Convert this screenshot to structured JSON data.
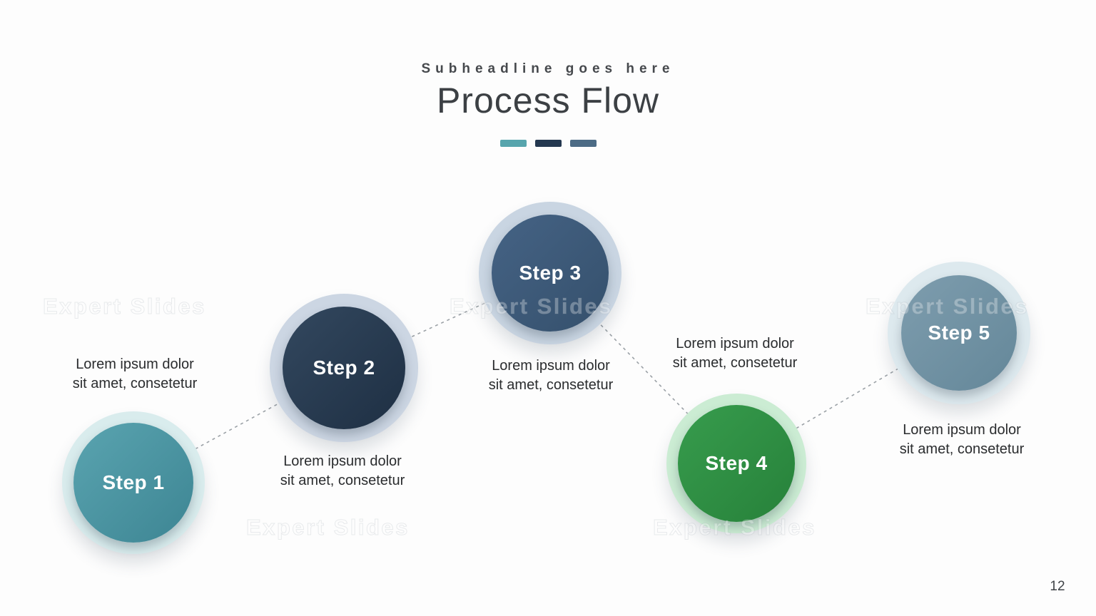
{
  "slide": {
    "subheadline": "Subheadline goes here",
    "title": "Process Flow",
    "page_number": "12",
    "watermark_text": "Expert Slides",
    "accent_dashes": [
      "#57a5ad",
      "#243850",
      "#4c6b85"
    ],
    "connector_color": "#9ba1a6"
  },
  "steps": [
    {
      "label": "Step 1",
      "desc_line1": "Lorem ipsum dolor",
      "desc_line2": "sit amet, consetetur",
      "color_top": "#5aa4b0",
      "color_bottom": "#3d8593",
      "halo_color": "#d9eced"
    },
    {
      "label": "Step 2",
      "desc_line1": "Lorem ipsum dolor",
      "desc_line2": "sit amet, consetetur",
      "color_top": "#33485f",
      "color_bottom": "#1e2f43",
      "halo_color": "#ccd6e3"
    },
    {
      "label": "Step 3",
      "desc_line1": "Lorem ipsum dolor",
      "desc_line2": "sit amet, consetetur",
      "color_top": "#456385",
      "color_bottom": "#35506c",
      "halo_color": "#c9d5e2"
    },
    {
      "label": "Step 4",
      "desc_line1": "Lorem ipsum dolor",
      "desc_line2": "sit amet, consetetur",
      "color_top": "#379c4d",
      "color_bottom": "#27813a",
      "halo_color": "#cbecd3"
    },
    {
      "label": "Step 5",
      "desc_line1": "Lorem ipsum dolor",
      "desc_line2": "sit amet, consetetur",
      "color_top": "#7e9dae",
      "color_bottom": "#648799",
      "halo_color": "#dde9ee"
    }
  ]
}
